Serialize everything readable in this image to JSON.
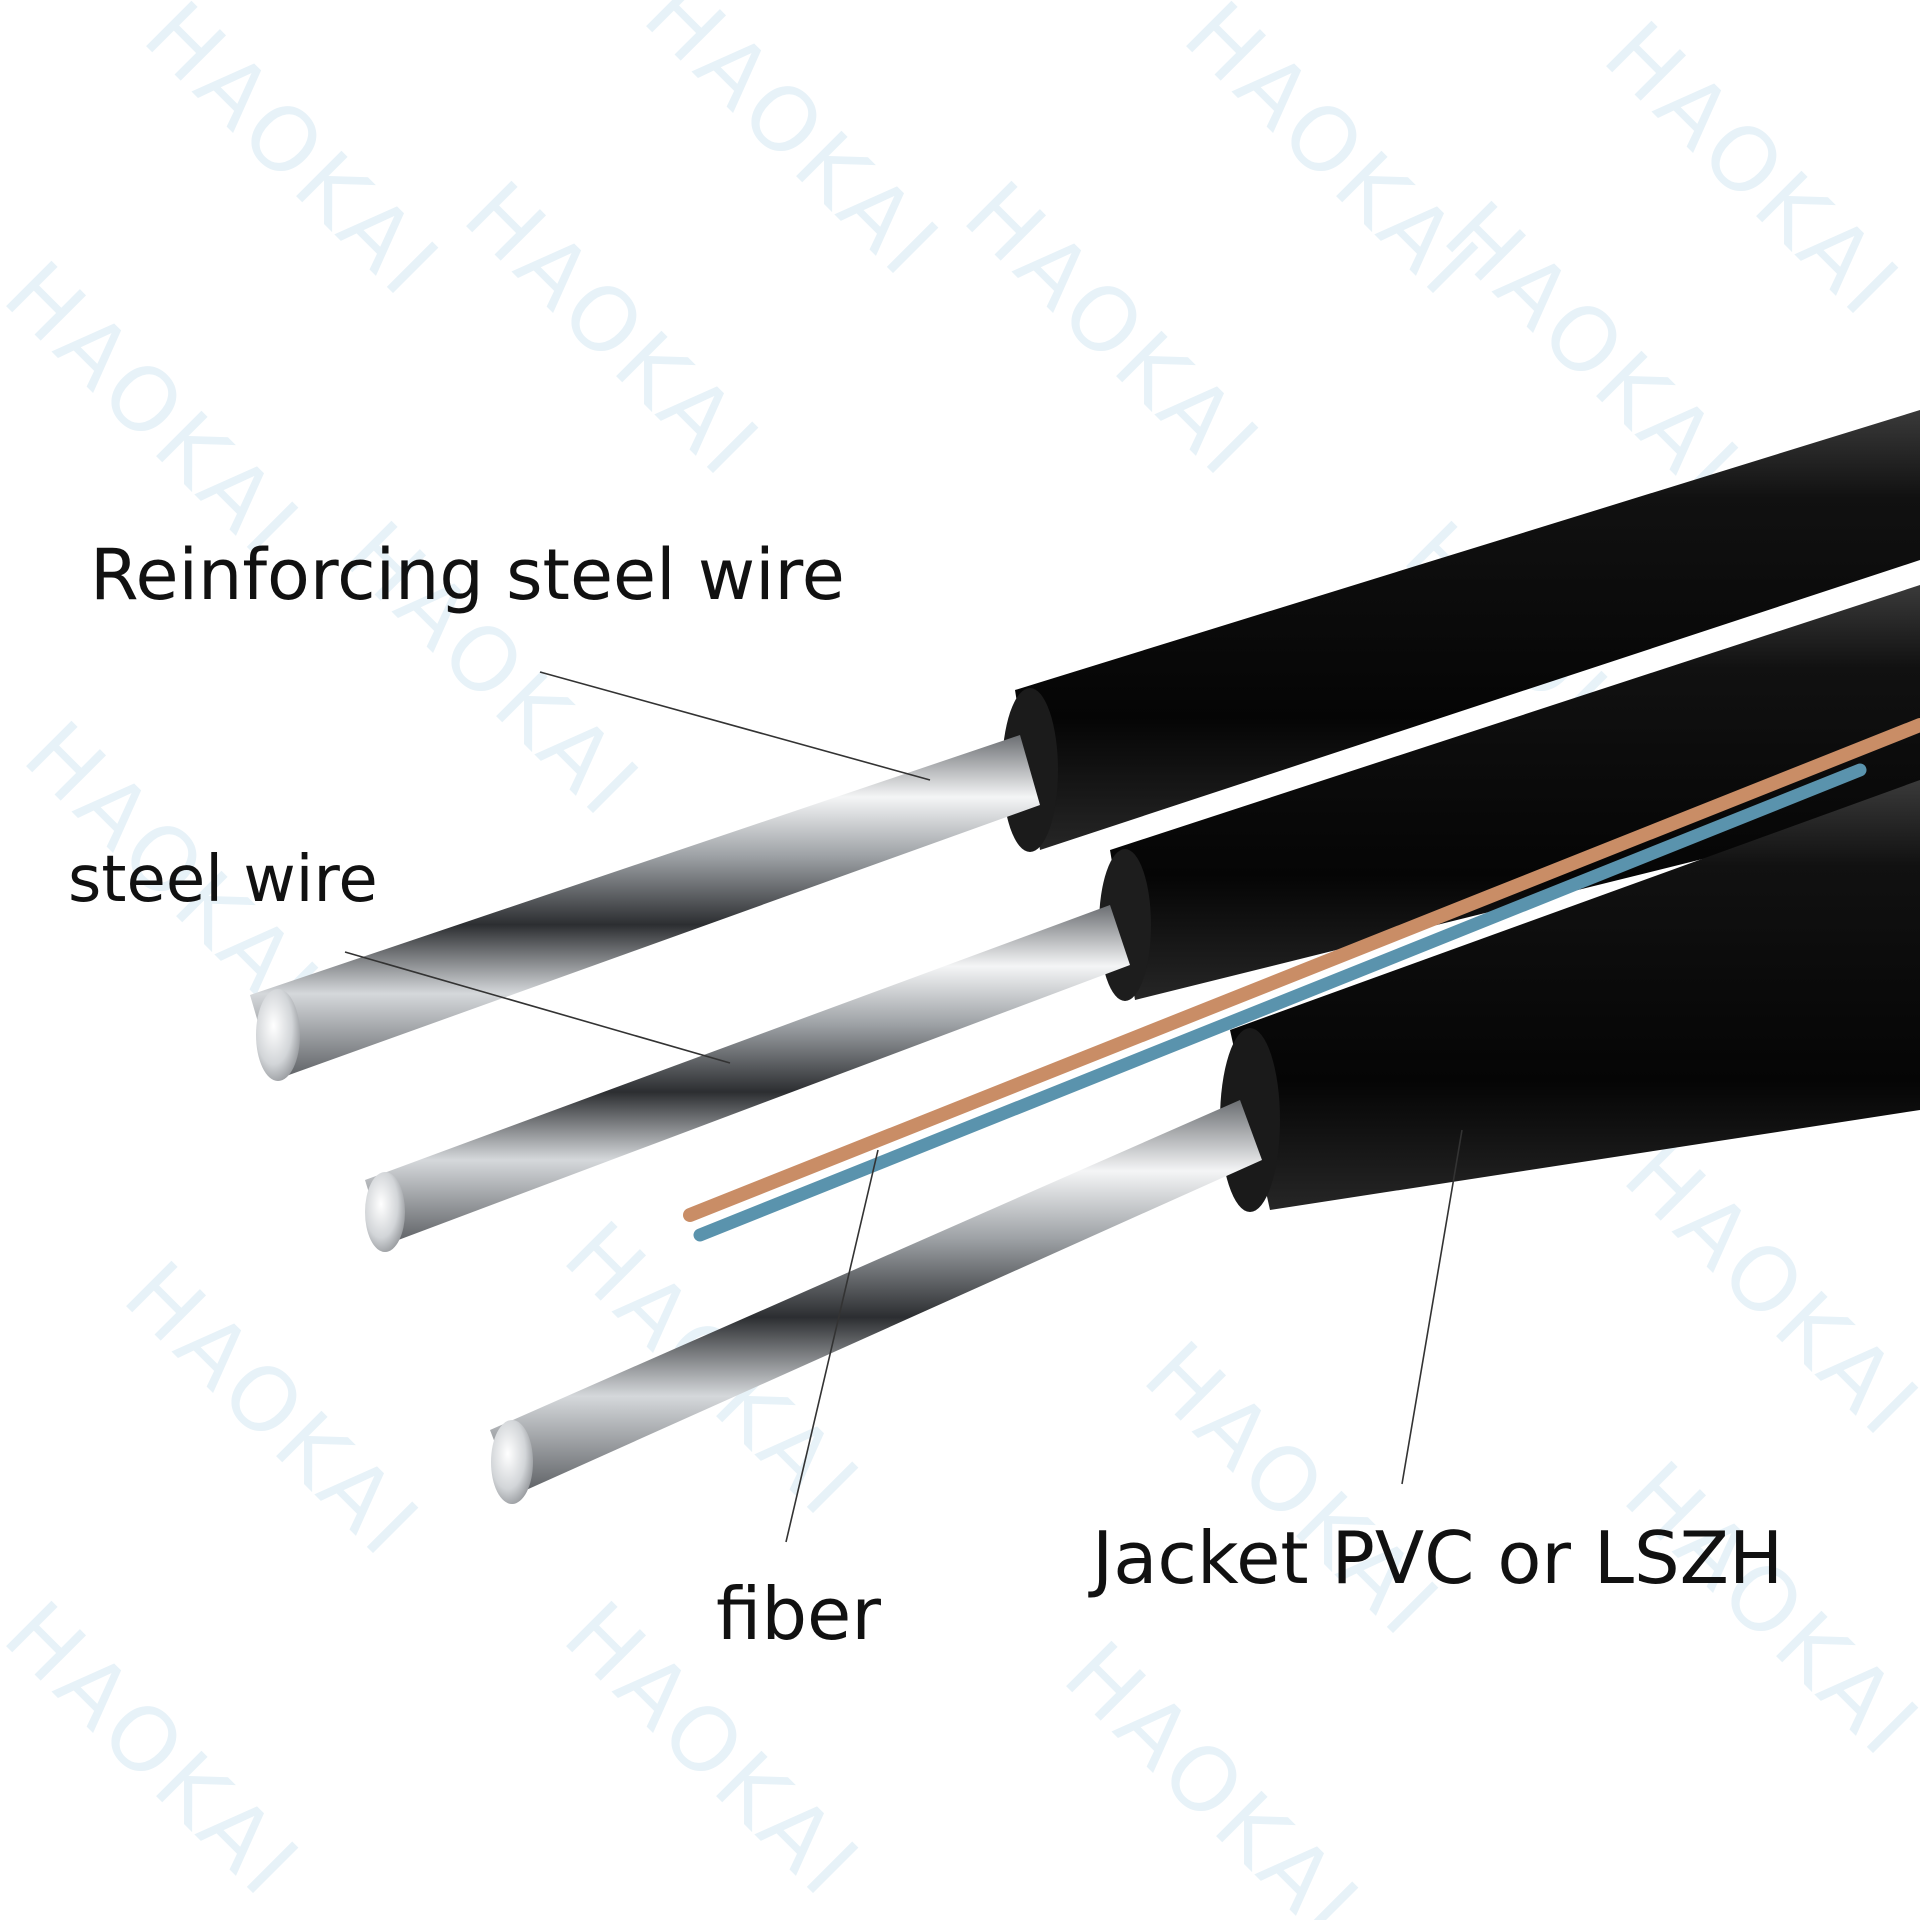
{
  "watermark": "HAOKAI",
  "labels": {
    "reinforcing_steel_wire": "Reinforcing steel wire",
    "steel_wire": "steel wire",
    "fiber": "fiber",
    "jacket": "Jacket PVC or LSZH"
  },
  "colors": {
    "jacket": "#0c0c0c",
    "steel": "#c9ccd0",
    "fiber_orange": "#c98d66",
    "fiber_blue": "#5a93ad",
    "leader_line": "#333333",
    "watermark": "#e7f2f8"
  }
}
